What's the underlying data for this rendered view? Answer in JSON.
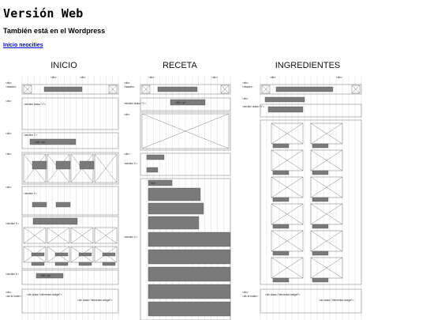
{
  "page": {
    "title": "Versión Web",
    "subtitle": "También está en el Wordpress",
    "link_label": "Inicio neocities"
  },
  "columns": [
    {
      "title": "INICIO"
    },
    {
      "title": "RECETA"
    },
    {
      "title": "INGREDIENTES"
    }
  ],
  "wireframe_labels": {
    "div": "<div>",
    "header": "<header>",
    "section_1": "<section class=\"1\">",
    "section_2": "<section 2 >",
    "section_3": "<section 3 >",
    "section_4": "<section 4 >",
    "section_5": "<section 5 >",
    "section_6": "<section 6 >",
    "footer": "<div id footer>",
    "h1_p": "<h1>   <p>",
    "h2_p": "<h2>   <p>",
    "h2": "<h2>",
    "img": "<img>",
    "widget": "<div class=\"elementor-widget\">"
  }
}
